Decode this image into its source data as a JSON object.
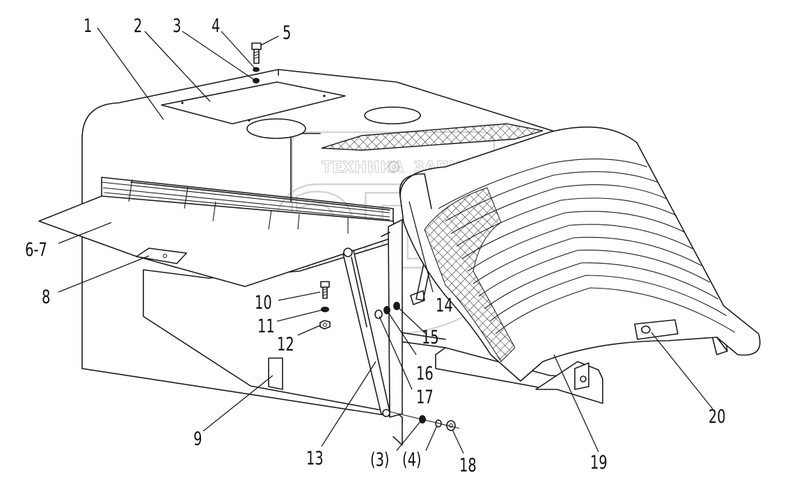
{
  "watermark": {
    "left_word": "ТЕХНИКА",
    "right_word": "ЗАПЧАСТИ",
    "logo": "ЭПФ",
    "gear_icon": "gear-icon"
  },
  "callouts": [
    {
      "id": "c1",
      "text": "1"
    },
    {
      "id": "c2",
      "text": "2"
    },
    {
      "id": "c3",
      "text": "3"
    },
    {
      "id": "c4",
      "text": "4"
    },
    {
      "id": "c5",
      "text": "5"
    },
    {
      "id": "c6-7",
      "text": "6-7"
    },
    {
      "id": "c8",
      "text": "8"
    },
    {
      "id": "c9",
      "text": "9"
    },
    {
      "id": "c10",
      "text": "10"
    },
    {
      "id": "c11",
      "text": "11"
    },
    {
      "id": "c12",
      "text": "12"
    },
    {
      "id": "c13",
      "text": "13"
    },
    {
      "id": "c14",
      "text": "14"
    },
    {
      "id": "c15",
      "text": "15"
    },
    {
      "id": "c16",
      "text": "16"
    },
    {
      "id": "c17",
      "text": "17"
    },
    {
      "id": "c3b",
      "text": "(3)"
    },
    {
      "id": "c4b",
      "text": "(4)"
    },
    {
      "id": "c18",
      "text": "18"
    },
    {
      "id": "c19",
      "text": "19"
    },
    {
      "id": "c20",
      "text": "20"
    }
  ]
}
